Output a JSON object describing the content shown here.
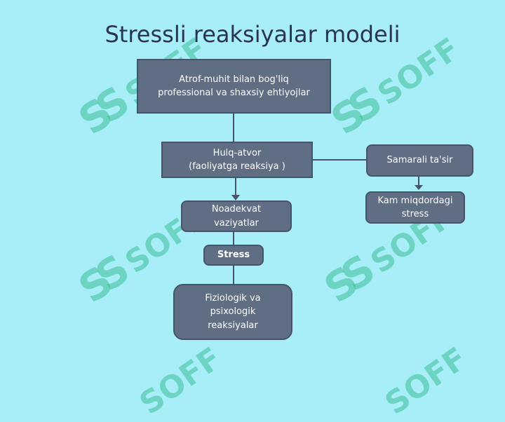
{
  "title": "Stressli reaksiyalar modeli",
  "watermark": "SOFF",
  "watermark_mark": "SS",
  "colors": {
    "background": "#a8eef8",
    "box": "#5f6e82",
    "text": "#ffffff",
    "watermark": "#3cbe96"
  },
  "nodes": {
    "environment": "Atrof-muhit bilan bog'liq\nprofessional va shaxsiy ehtiyojlar",
    "behavior": "Hulq-atvor\n(faoliyatga reaksiya )",
    "effective": "Samarali ta'sir",
    "lowstress": "Kam miqdordagi\nstress",
    "inadequate": "Noadekvat\nvaziyatlar",
    "stress": "Stress",
    "reactions": "Fiziologik va\npsixologik\nreaksiyalar"
  }
}
